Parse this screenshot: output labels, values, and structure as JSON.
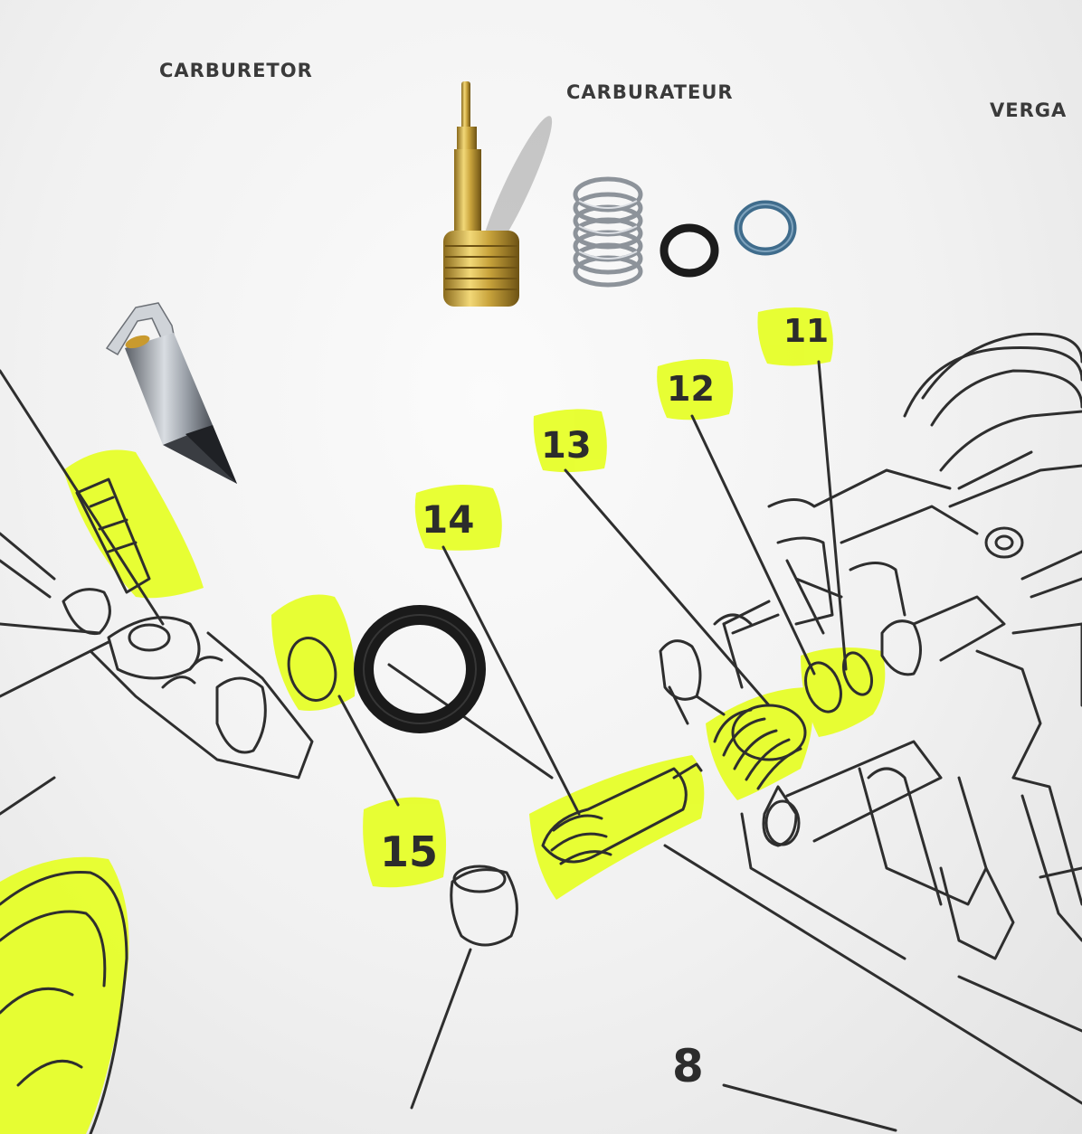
{
  "headers": {
    "english": "CARBURETOR",
    "french": "CARBURATEUR",
    "other": "VERGA"
  },
  "callouts": {
    "n11": "11",
    "n12": "12",
    "n13": "13",
    "n14": "14",
    "n15": "15",
    "n8": "8"
  },
  "colors": {
    "highlighter": "#e6ff1f",
    "paper": "#f4f4f4",
    "ink": "#2e2e2e",
    "brass": "#c9a43c",
    "rubber": "#1c1c1c",
    "blue_ring": "#3f6c8c"
  },
  "objects": [
    "float-needle-valve",
    "brass-pilot-screw",
    "steel-spring",
    "black-o-ring-small",
    "blue-o-ring",
    "black-o-ring-large"
  ]
}
